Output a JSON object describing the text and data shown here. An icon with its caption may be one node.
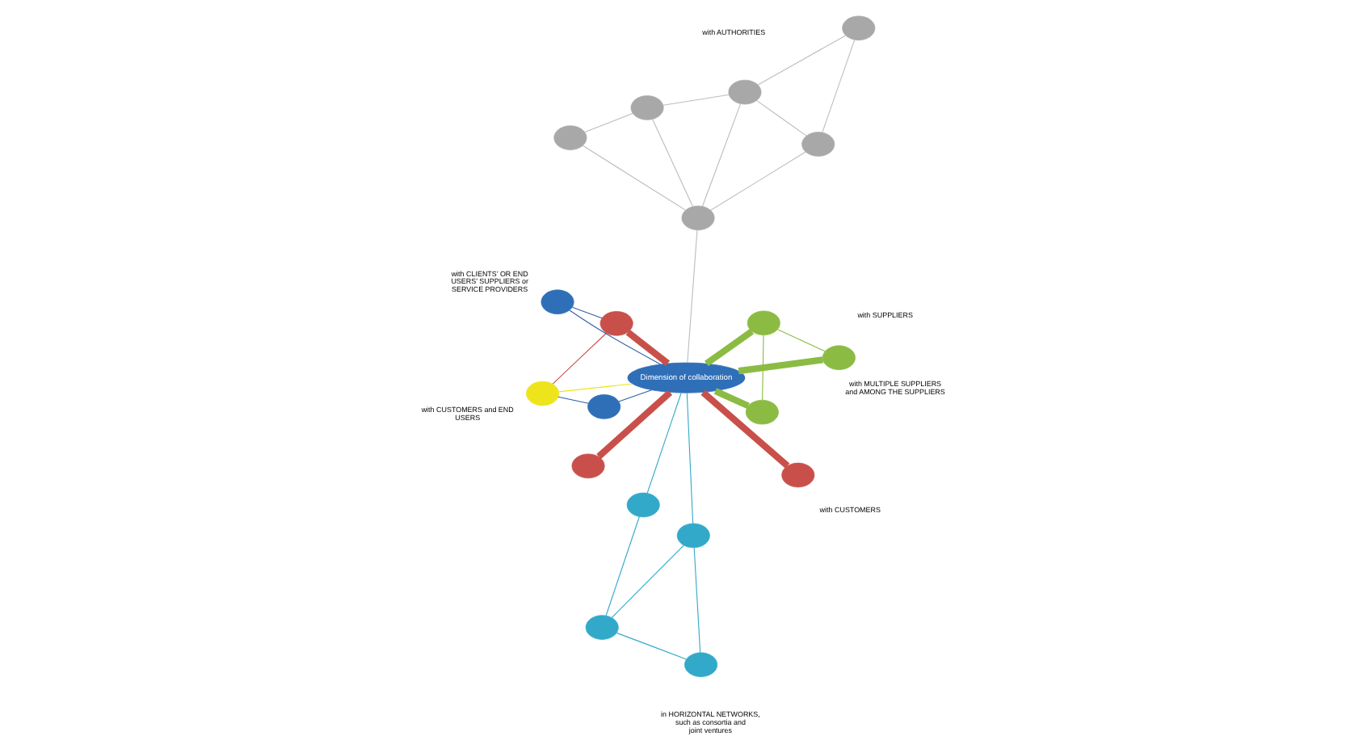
{
  "diagram": {
    "nodes": [
      {
        "text": [],
        "shape": "circle"
      },
      {
        "text": [],
        "shape": "circle"
      },
      {
        "text": [],
        "shape": "circle"
      },
      {
        "text": [],
        "shape": "circle"
      },
      {
        "text": [
          "Dimension of collaboration"
        ]
      },
      {
        "text": [],
        "shape": "circle"
      },
      {
        "text": [],
        "shape": "circle"
      },
      {
        "text": [],
        "shape": "circle"
      },
      {
        "text": [],
        "shape": "circle"
      },
      {
        "text": [],
        "shape": "circle"
      },
      {
        "text": [],
        "shape": "circle"
      },
      {
        "text": [],
        "shape": "circle"
      },
      {
        "text": [],
        "shape": "circle"
      },
      {
        "text": [],
        "shape": "circle"
      },
      {
        "text": [],
        "shape": "circle"
      },
      {
        "text": [],
        "shape": "circle"
      },
      {
        "text": [],
        "shape": "circle"
      },
      {
        "text": [],
        "shape": "circle"
      },
      {
        "text": [],
        "shape": "circle"
      },
      {
        "text": [],
        "shape": "circle"
      }
    ],
    "edges": [
      {
        "from": 4,
        "to": 0,
        "arrow": "none",
        "style": "thick",
        "color": "#c9504a"
      },
      {
        "from": 4,
        "to": 1,
        "arrow": "none",
        "style": "thick",
        "color": "#c9504a"
      },
      {
        "from": 4,
        "to": 2,
        "arrow": "none",
        "style": "thick",
        "color": "#c9504a"
      },
      {
        "from": 2,
        "to": 3,
        "arrow": "none",
        "color": "#c9504a"
      },
      {
        "from": 2,
        "to": 10,
        "arrow": "none",
        "color": "#2f5fa8"
      },
      {
        "from": 4,
        "to": 3,
        "arrow": "none",
        "color": "#eee41c"
      },
      {
        "from": 7,
        "to": 3,
        "arrow": "none",
        "color": "#2f5fa8"
      },
      {
        "from": 4,
        "to": 7,
        "arrow": "none",
        "color": "#2f5fa8"
      },
      {
        "from": 4,
        "to": 10,
        "arrow": "none",
        "color": "#2f5fa8"
      },
      {
        "from": 5,
        "to": 4,
        "arrow": "none",
        "color": "#33a9c9"
      },
      {
        "from": 5,
        "to": 6,
        "arrow": "none",
        "color": "#33a9c9"
      },
      {
        "from": 5,
        "to": 8,
        "arrow": "none",
        "color": "#33a9c9"
      },
      {
        "from": 8,
        "to": 6,
        "arrow": "none",
        "color": "#33a9c9"
      },
      {
        "from": 6,
        "to": 9,
        "arrow": "none",
        "color": "#33a9c9"
      },
      {
        "from": 9,
        "to": 4,
        "arrow": "none",
        "color": "#33a9c9"
      },
      {
        "from": 4,
        "to": 14,
        "arrow": "none"
      },
      {
        "from": 15,
        "to": 14,
        "arrow": "none"
      },
      {
        "from": 16,
        "to": 15,
        "arrow": "none"
      },
      {
        "from": 16,
        "to": 17,
        "arrow": "none"
      },
      {
        "from": 15,
        "to": 17,
        "arrow": "none"
      },
      {
        "from": 17,
        "to": 14,
        "arrow": "none"
      },
      {
        "from": 14,
        "to": 19,
        "arrow": "none"
      },
      {
        "from": 14,
        "to": 18,
        "arrow": "none"
      },
      {
        "from": 18,
        "to": 19,
        "arrow": "none"
      },
      {
        "from": 17,
        "to": 19,
        "arrow": "none"
      },
      {
        "from": 4,
        "to": 11,
        "arrow": "none",
        "style": "thick",
        "color": "#8cbb44"
      },
      {
        "from": 4,
        "to": 13,
        "arrow": "none",
        "style": "thick",
        "color": "#8cbb44"
      },
      {
        "from": 4,
        "to": 12,
        "arrow": "none",
        "style": "thick",
        "color": "#8cbb44"
      },
      {
        "from": 11,
        "to": 13,
        "arrow": "none",
        "color": "#8cbb44"
      },
      {
        "from": 13,
        "to": 12,
        "arrow": "none",
        "color": "#8cbb44"
      }
    ],
    "labels": [
      "with CUSTOMERS",
      "with CUSTOMERS and END USERS",
      "in HORIZONTAL NETWORKS, such as consortia and joint ventures",
      "with SUPPLIERS",
      "with CLIENTS’ OR END USERS’ SUPPLIERS or SERVICE PROVIDERS",
      "with MULTIPLE SUPPLIERS and AMONG THE SUPPLIERS",
      "with AUTHORITIES"
    ]
  }
}
